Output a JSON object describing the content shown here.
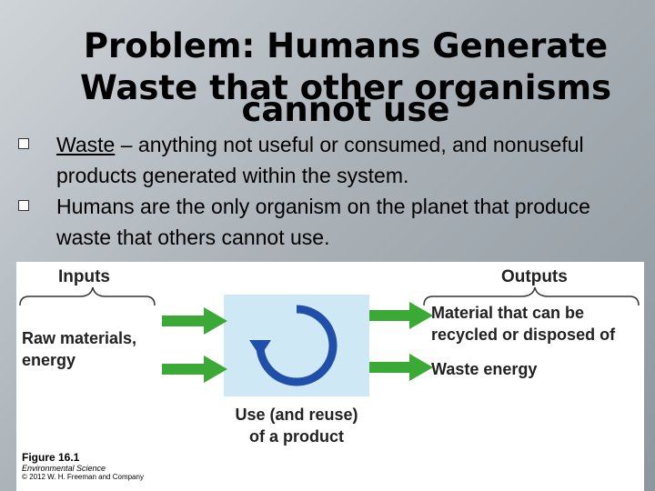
{
  "title": {
    "line1": "Problem: Humans Generate",
    "line2": "Waste that other organisms",
    "line3": "cannot use"
  },
  "bullets": [
    {
      "term": "Waste",
      "text": " – anything not useful or consumed, and nonuseful products generated within the system."
    },
    {
      "term": "",
      "text": "Humans are the only organism on the planet that produce waste that others cannot use."
    }
  ],
  "figure": {
    "inputs_header": "Inputs",
    "outputs_header": "Outputs",
    "input_label_1": "Raw materials,",
    "input_label_2": "energy",
    "output_label_1a": "Material that can be",
    "output_label_1b": "recycled or disposed of",
    "output_label_2": "Waste energy",
    "center_label_1": "Use (and reuse)",
    "center_label_2": "of a product",
    "caption_number": "Figure 16.1",
    "caption_book": "Environmental Science",
    "caption_copyright": "© 2012 W. H. Freeman and Company"
  },
  "colors": {
    "arrow": "#3aa935",
    "cycle": "#1f4fa8",
    "center_box": "#cfe8f5"
  }
}
